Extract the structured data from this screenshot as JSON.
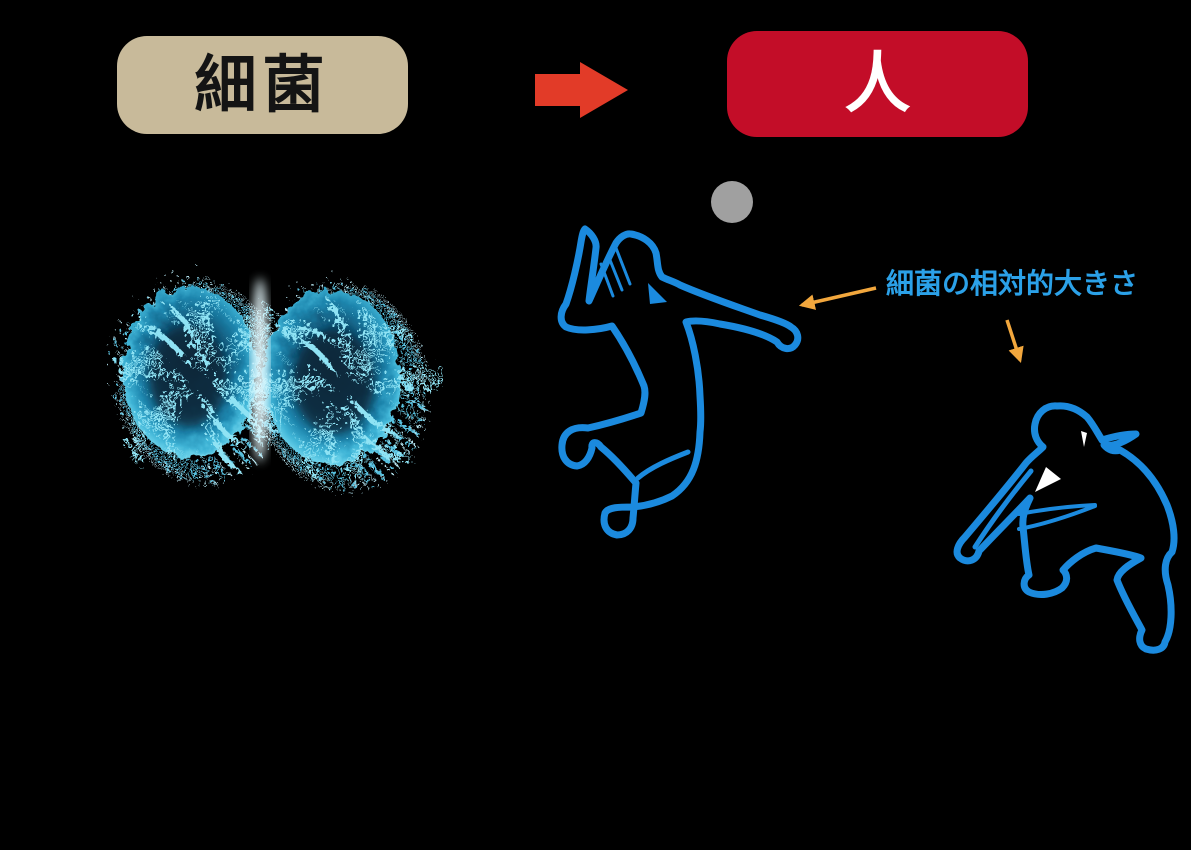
{
  "diagram": {
    "title_flow": {
      "bacteria_card_label": "細菌",
      "human_card_label": "人",
      "arrow_meaning": "bacteria-to-human scale comparison"
    },
    "annotation": {
      "caption": "細菌の相対的大きさ"
    },
    "figures": {
      "bacteria_illustration": "fuzzy diplococcus bacteria pair, cyan",
      "spiker": "volleyball player jumping to spike, blue outline silhouette",
      "digger": "volleyball player crouching to dig, blue outline silhouette",
      "ball": "gray volleyball dot"
    }
  },
  "icons": {
    "transform_arrow": "right-arrow-icon",
    "pointer_to_spiker": "arrow-pointing-left-icon",
    "pointer_to_digger": "arrow-pointing-down-icon",
    "bacteria": "diplococcus-bacteria-icon",
    "volleyball": "volleyball-ball-icon"
  },
  "colors": {
    "background": "#000000",
    "bacteria_card_bg": "#c8ba9a",
    "bacteria_card_text": "#141414",
    "human_card_bg": "#c30d28",
    "human_card_text": "#ffffff",
    "transform_arrow_red": "#e23b28",
    "caption_blue": "#2ba1e8",
    "pointer_orange": "#f2a73d",
    "silhouette_blue": "#1b8ade",
    "volleyball_gray": "#a0a0a0",
    "bacteria_core_dark": "#0b2c44",
    "bacteria_rim_cyan": "#3fb4d6",
    "bacteria_cilia_light": "#bdeffb"
  }
}
